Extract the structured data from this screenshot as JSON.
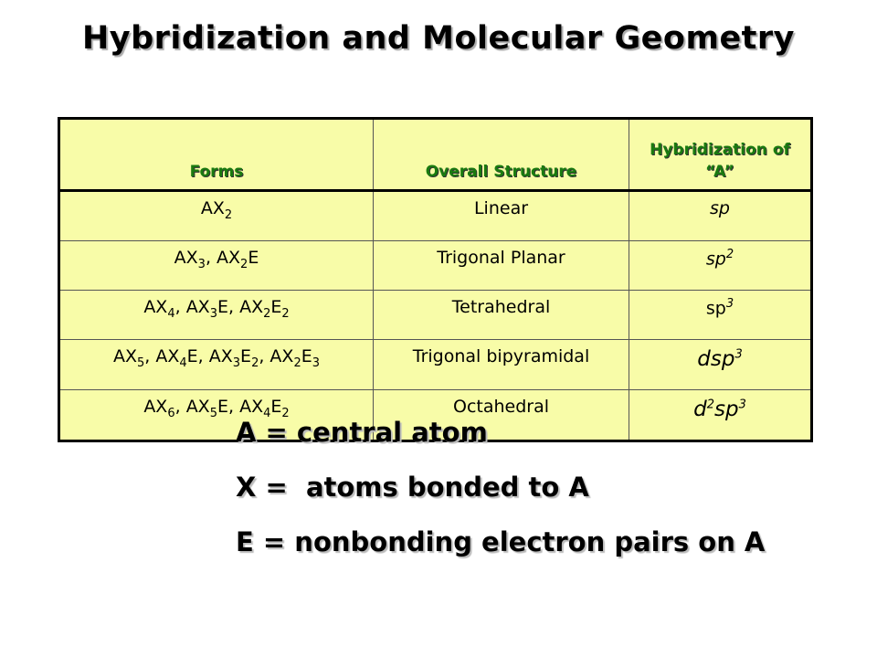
{
  "title": "Hybridization and Molecular Geometry",
  "table": {
    "headers": [
      "Forms",
      "Overall Structure",
      "Hybridization of “A”"
    ],
    "rows": [
      {
        "form": [
          {
            "t": "AX"
          },
          {
            "sub": "2"
          }
        ],
        "structure": "Linear",
        "hyb": [
          {
            "i": "sp"
          }
        ]
      },
      {
        "form": [
          {
            "t": "AX"
          },
          {
            "sub": "3"
          },
          {
            "t": ", AX"
          },
          {
            "sub": "2"
          },
          {
            "t": "E"
          }
        ],
        "structure": "Trigonal Planar",
        "hyb": [
          {
            "i": "sp"
          },
          {
            "sup": "2"
          }
        ]
      },
      {
        "form": [
          {
            "t": "AX"
          },
          {
            "sub": "4"
          },
          {
            "t": ", AX"
          },
          {
            "sub": "3"
          },
          {
            "t": "E, AX"
          },
          {
            "sub": "2"
          },
          {
            "t": "E"
          },
          {
            "sub": "2"
          }
        ],
        "structure": "Tetrahedral",
        "hyb": [
          {
            "t": "sp"
          },
          {
            "sup": "3"
          }
        ]
      },
      {
        "form": [
          {
            "t": "AX"
          },
          {
            "sub": "5"
          },
          {
            "t": ", AX"
          },
          {
            "sub": "4"
          },
          {
            "t": "E, AX"
          },
          {
            "sub": "3"
          },
          {
            "t": "E"
          },
          {
            "sub": "2"
          },
          {
            "t": ", AX"
          },
          {
            "sub": "2"
          },
          {
            "t": "E"
          },
          {
            "sub": "3"
          }
        ],
        "structure": "Trigonal bipyramidal",
        "hyb": [
          {
            "i": "dsp"
          },
          {
            "sup": "3"
          }
        ]
      },
      {
        "form": [
          {
            "t": "AX"
          },
          {
            "sub": "6"
          },
          {
            "t": ", AX"
          },
          {
            "sub": "5"
          },
          {
            "t": "E, AX"
          },
          {
            "sub": "4"
          },
          {
            "t": "E"
          },
          {
            "sub": "2"
          }
        ],
        "structure": "Octahedral",
        "hyb": [
          {
            "i": "d"
          },
          {
            "sup": "2"
          },
          {
            "i": "sp"
          },
          {
            "sup": "3"
          }
        ]
      }
    ]
  },
  "legend": [
    "A = central atom",
    "X =  atoms bonded to A",
    "E = nonbonding electron pairs on A"
  ],
  "colors": {
    "table_bg": "#f8fca8",
    "header_text": "#1a7a10"
  }
}
